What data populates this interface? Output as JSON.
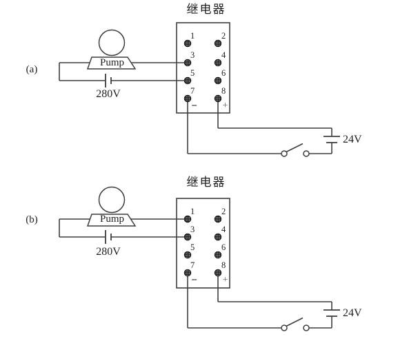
{
  "canvas": {
    "background_color": "#ffffff",
    "line_color": "#3d3d3d",
    "text_color": "#1e1e1e"
  },
  "diagram_a": {
    "label": "(a)",
    "pump": {
      "name": "Pump",
      "supply_voltage": "280V"
    },
    "relay": {
      "title": "继电器",
      "terminal_numbers": [
        "1",
        "2",
        "3",
        "4",
        "5",
        "6",
        "7",
        "8"
      ],
      "minus_mark": "−",
      "plus_mark": "+"
    },
    "control_circuit": {
      "battery_voltage": "24V",
      "switch_state": "open"
    },
    "wiring": {
      "pump_wire_to_terminal": "3",
      "supply_wire_to_terminal": "5"
    }
  },
  "diagram_b": {
    "label": "(b)",
    "pump": {
      "name": "Pump",
      "supply_voltage": "280V"
    },
    "relay": {
      "title": "继电器",
      "terminal_numbers": [
        "1",
        "2",
        "3",
        "4",
        "5",
        "6",
        "7",
        "8"
      ],
      "minus_mark": "−",
      "plus_mark": "+"
    },
    "control_circuit": {
      "battery_voltage": "24V",
      "switch_state": "open"
    },
    "wiring": {
      "pump_wire_to_terminal": "1",
      "supply_wire_to_terminal": "3"
    }
  }
}
